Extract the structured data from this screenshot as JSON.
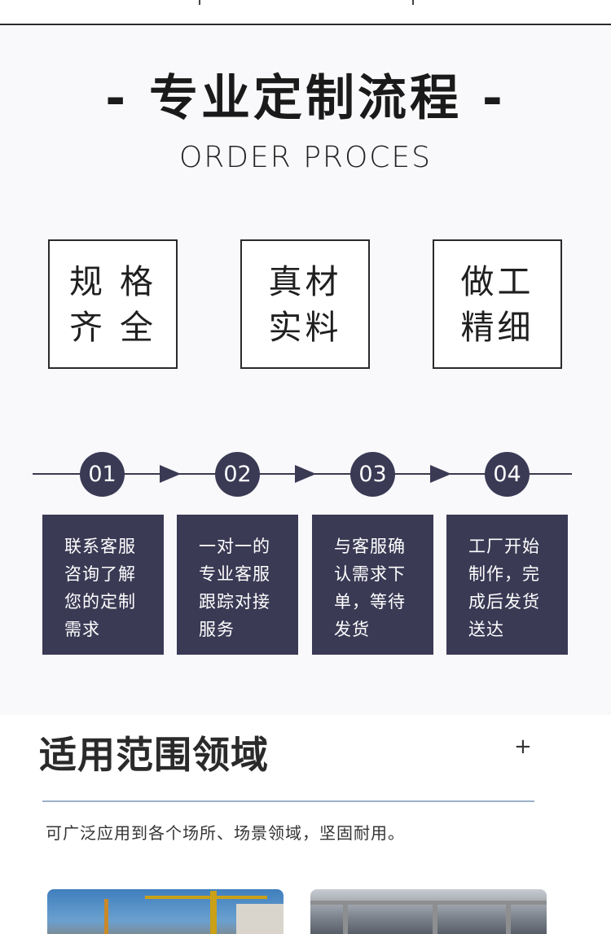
{
  "process": {
    "title": "- 专业定制流程 -",
    "subtitle": "ORDER PROCES",
    "features": [
      {
        "line1": "规 格",
        "line2": "齐 全"
      },
      {
        "line1": "真材",
        "line2": "实料"
      },
      {
        "line1": "做工",
        "line2": "精细"
      }
    ],
    "steps": [
      {
        "number": "01",
        "lines": [
          "联系客服",
          "咨询了解",
          "您的定制",
          "需求"
        ]
      },
      {
        "number": "02",
        "lines": [
          "一对一的",
          "专业客服",
          "跟踪对接",
          "服务"
        ]
      },
      {
        "number": "03",
        "lines": [
          "与客服确",
          "认需求下",
          "单，等待",
          "发货"
        ]
      },
      {
        "number": "04",
        "lines": [
          "工厂开始",
          "制作，完",
          "成后发货",
          "送达"
        ]
      }
    ]
  },
  "scope": {
    "title": "适用范围领域",
    "expand_symbol": "+",
    "description": "可广泛应用到各个场所、场景领域，坚固耐用。"
  },
  "colors": {
    "accent": "#3b3a55",
    "rule": "#9bb1c9",
    "background": "#f9f9fb"
  }
}
